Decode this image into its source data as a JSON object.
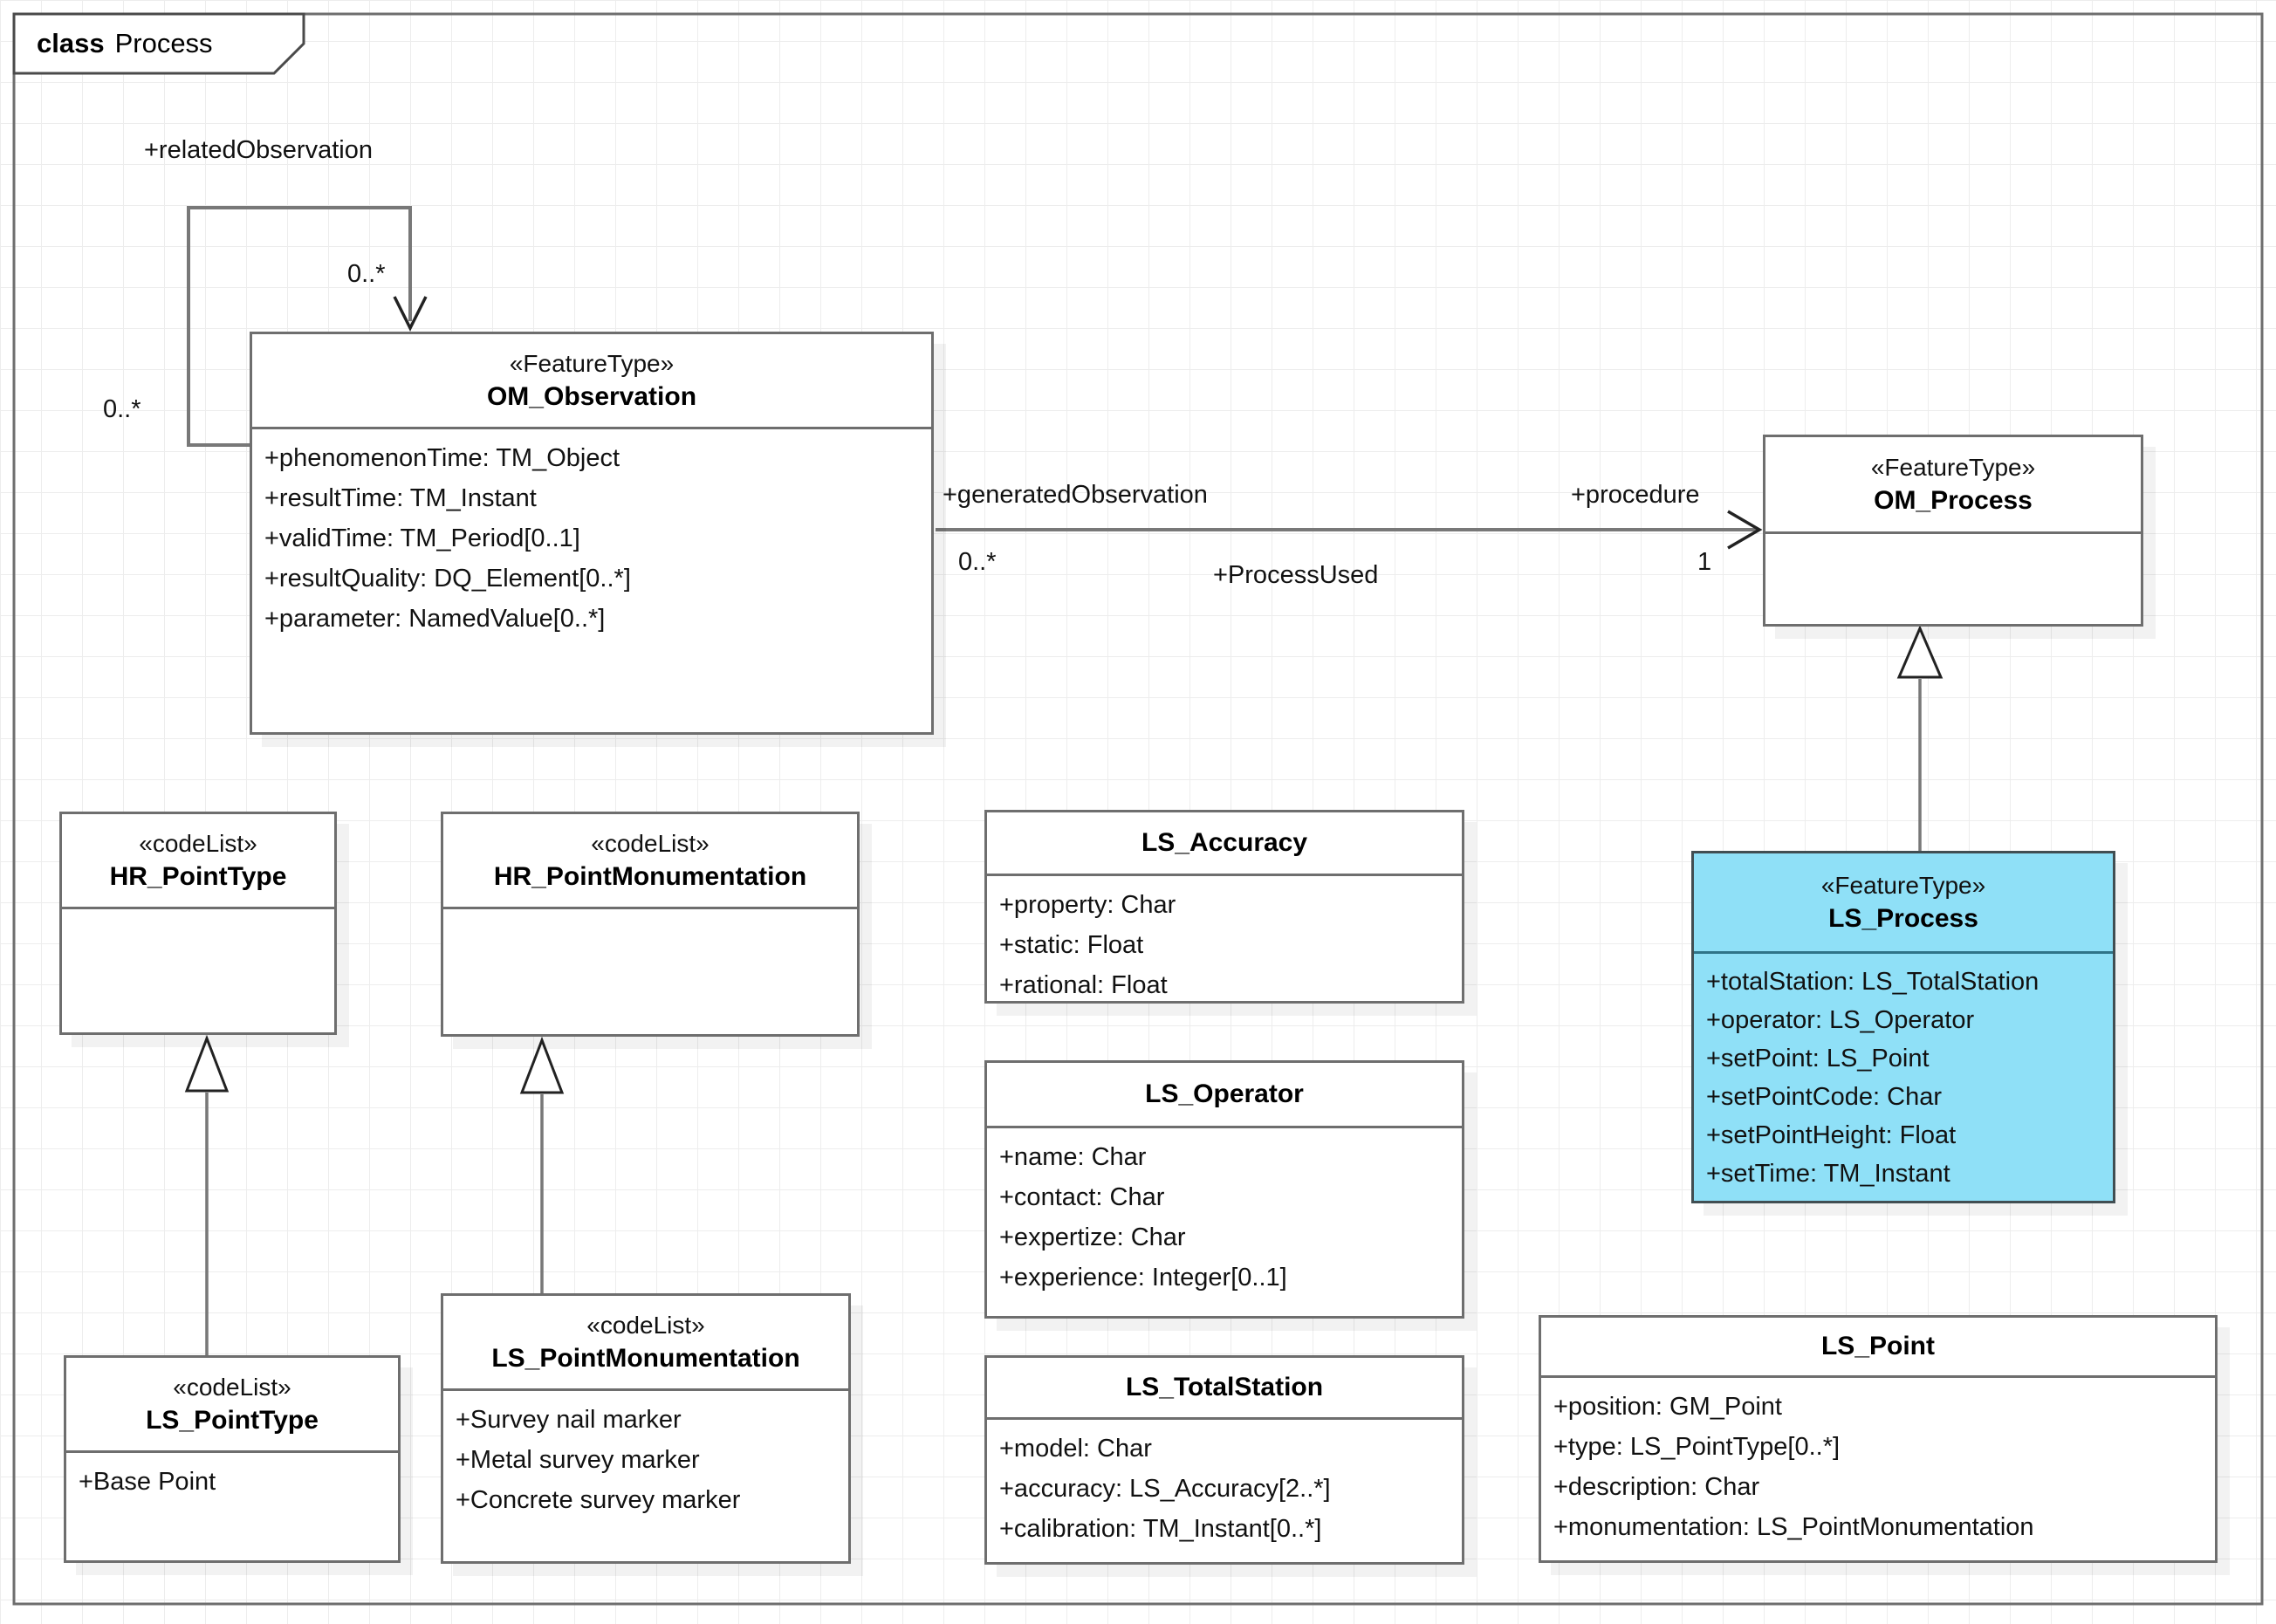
{
  "frame": {
    "title_keyword": "class",
    "title_name": "Process"
  },
  "classes": [
    {
      "id": "om-observation",
      "stereotype": "«FeatureType»",
      "name": "OM_Observation",
      "attributes": [
        "+phenomenonTime: TM_Object",
        "+resultTime: TM_Instant",
        "+validTime: TM_Period[0..1]",
        "+resultQuality: DQ_Element[0..*]",
        "+parameter: NamedValue[0..*]"
      ]
    },
    {
      "id": "om-process",
      "stereotype": "«FeatureType»",
      "name": "OM_Process",
      "attributes": []
    },
    {
      "id": "hr-pointtype",
      "stereotype": "«codeList»",
      "name": "HR_PointType",
      "attributes": []
    },
    {
      "id": "hr-pointmonumentation",
      "stereotype": "«codeList»",
      "name": "HR_PointMonumentation",
      "attributes": []
    },
    {
      "id": "ls-accuracy",
      "name": "LS_Accuracy",
      "attributes": [
        "+property: Char",
        "+static: Float",
        "+rational: Float"
      ]
    },
    {
      "id": "ls-operator",
      "name": "LS_Operator",
      "attributes": [
        "+name: Char",
        "+contact: Char",
        "+expertize: Char",
        "+experience: Integer[0..1]"
      ]
    },
    {
      "id": "ls-process",
      "stereotype": "«FeatureType»",
      "name": "LS_Process",
      "highlight_color": "#8fe0f7",
      "attributes": [
        "+totalStation: LS_TotalStation",
        "+operator: LS_Operator",
        "+setPoint: LS_Point",
        "+setPointCode: Char",
        "+setPointHeight: Float",
        "+setTime: TM_Instant"
      ]
    },
    {
      "id": "ls-totalstation",
      "name": "LS_TotalStation",
      "attributes": [
        "+model: Char",
        "+accuracy: LS_Accuracy[2..*]",
        "+calibration: TM_Instant[0..*]"
      ]
    },
    {
      "id": "ls-point",
      "name": "LS_Point",
      "attributes": [
        "+position: GM_Point",
        "+type: LS_PointType[0..*]",
        "+description: Char",
        "+monumentation: LS_PointMonumentation"
      ]
    },
    {
      "id": "ls-pointtype",
      "stereotype": "«codeList»",
      "name": "LS_PointType",
      "attributes": [
        "+Base Point"
      ]
    },
    {
      "id": "ls-pointmonumentation",
      "stereotype": "«codeList»",
      "name": "LS_PointMonumentation",
      "attributes": [
        "+Survey nail marker",
        "+Metal survey marker",
        "+Concrete survey marker"
      ]
    }
  ],
  "associations": {
    "related_observation": {
      "label": "+relatedObservation",
      "source_mult": "0..*",
      "target_mult": "0..*"
    },
    "generated": {
      "left_role": "+generatedObservation",
      "left_mult": "0..*",
      "name": "+ProcessUsed",
      "right_role": "+procedure",
      "right_mult": "1"
    }
  },
  "colors": {
    "highlight": "#8fe0f7",
    "line": "#787878",
    "border": "#6e6e6e"
  }
}
